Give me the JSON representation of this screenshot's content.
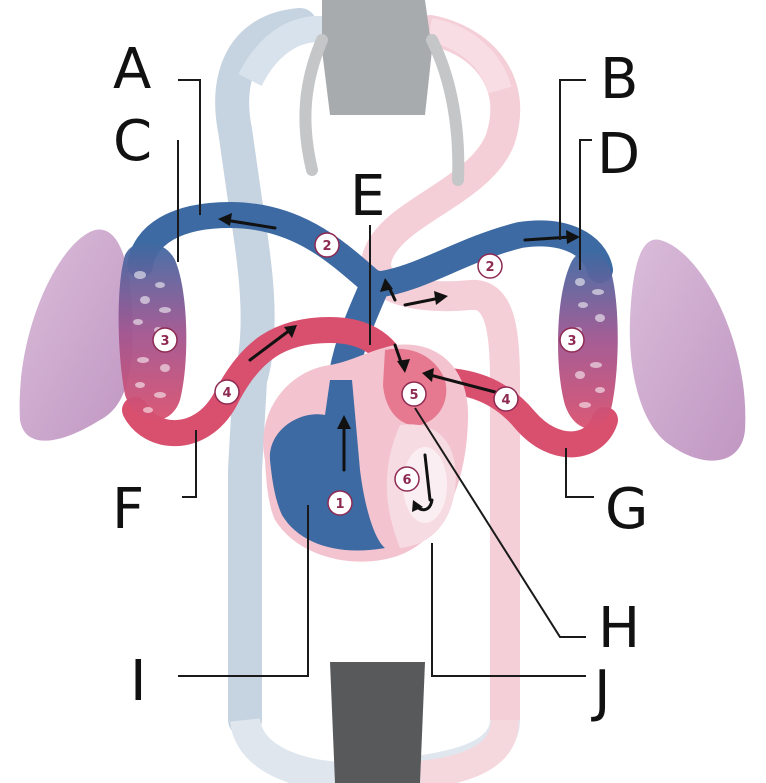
{
  "labels": {
    "A": "A",
    "B": "B",
    "C": "C",
    "D": "D",
    "E": "E",
    "F": "F",
    "G": "G",
    "H": "H",
    "I": "I",
    "J": "J"
  },
  "step_numbers": {
    "s1": "1",
    "s2_left": "2",
    "s2_right": "2",
    "s3_left": "3",
    "s3_right": "3",
    "s4_left": "4",
    "s4_right": "4",
    "s5": "5",
    "s6": "6"
  },
  "colors": {
    "deoxygenated": "#3d6aa3",
    "oxygenated": "#d9506f",
    "systemic_vein": "#c6d3e0",
    "systemic_artery": "#f5cfd8",
    "lung": "#c7a1c7",
    "leader_line": "#1a1a1a"
  }
}
